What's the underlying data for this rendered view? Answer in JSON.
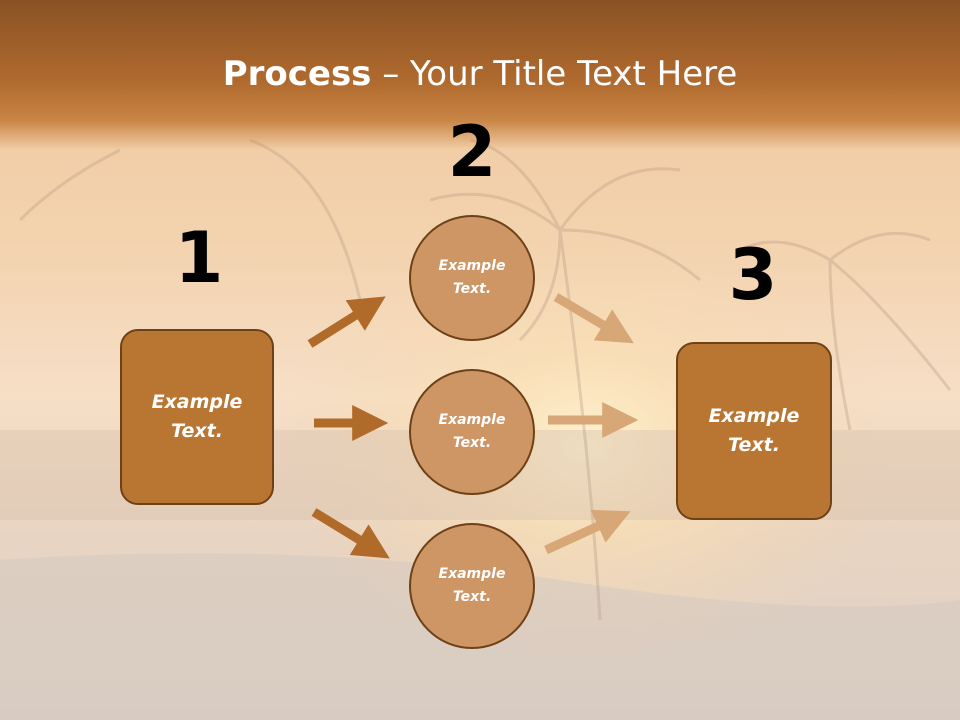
{
  "slide": {
    "title_bold": "Process",
    "title_rest": " – Your Title Text Here"
  },
  "steps": {
    "left": {
      "number": "1",
      "text": "Example Text."
    },
    "middle": {
      "number": "2",
      "circles": [
        {
          "text": "Example Text."
        },
        {
          "text": "Example Text."
        },
        {
          "text": "Example Text."
        }
      ]
    },
    "right": {
      "number": "3",
      "text": "Example Text."
    }
  },
  "colors": {
    "box_fill": "#b87632",
    "circle_fill": "#ce9565",
    "outline": "#6e4117",
    "arrow_left": "#b06a2a",
    "arrow_right": "#d8a778"
  }
}
